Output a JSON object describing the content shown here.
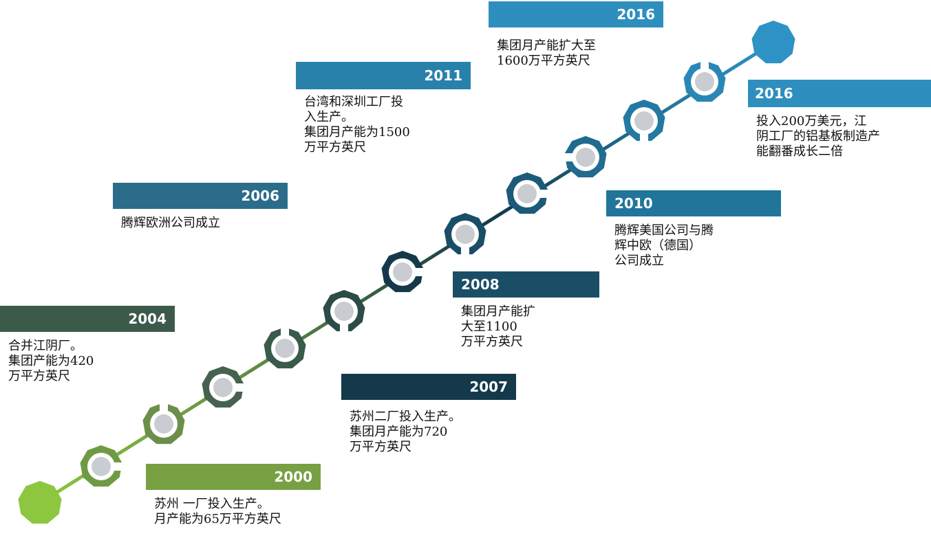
{
  "colors": {
    "milestone_2000": "#77a043",
    "milestone_2004": "#3c5a4a",
    "milestone_2006": "#2a6c8a",
    "milestone_2007": "#13394a",
    "milestone_2008": "#1a4e66",
    "milestone_2010": "#21759a",
    "milestone_2011": "#2781ab",
    "milestone_2016": "#2e8fbe"
  },
  "milestones": [
    {
      "year": "2000",
      "text": "苏州  一厂投入生产。\n月产能为65万平方英尺"
    },
    {
      "year": "2004",
      "text": "合并江阴厂。\n集团产能为420\n万平方英尺"
    },
    {
      "year": "2006",
      "text": "腾辉欧洲公司成立"
    },
    {
      "year": "2007",
      "text": "苏州二厂投入生产。\n集团月产能为720\n万平方英尺"
    },
    {
      "year": "2008",
      "text": "集团月产能扩\n大至1100\n万平方英尺"
    },
    {
      "year": "2010",
      "text": "腾辉美国公司与腾\n辉中欧（德国）\n公司成立"
    },
    {
      "year": "2011",
      "text": "台湾和深圳工厂投\n入生产。\n集团月产能为1500\n万平方英尺"
    },
    {
      "year": "2016",
      "text": "集团月产能扩大至\n1600万平方英尺"
    },
    {
      "year": "2016",
      "text": "投入200万美元，江\n阴工厂的铝基板制造产\n能翻番成长二倍"
    }
  ]
}
